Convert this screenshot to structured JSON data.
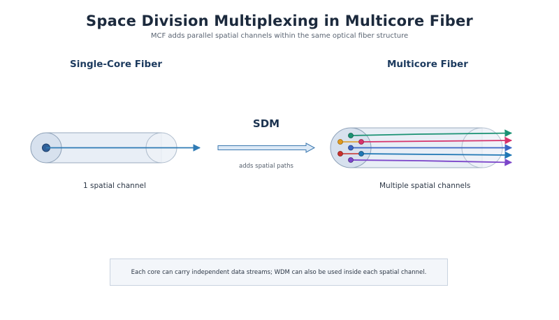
{
  "title": "Space Division Multiplexing in Multicore Fiber",
  "subtitle": "MCF adds parallel spatial channels within the same optical fiber structure",
  "single_core": {
    "heading": "Single-Core Fiber",
    "caption": "1 spatial channel"
  },
  "sdm": {
    "label": "SDM",
    "sublabel": "adds spatial paths"
  },
  "multicore": {
    "heading": "Multicore Fiber",
    "caption": "Multiple spatial channels",
    "core_colors": [
      "#1a9273",
      "#d6336c",
      "#e09a1f",
      "#3a66c4",
      "#c9302c",
      "#1f77b4",
      "#7b45c9"
    ]
  },
  "note": "Each core can carry independent data streams; WDM can also be used inside each spatial channel.",
  "colors": {
    "fiber_fill": "#e8eef6",
    "fiber_stroke": "#9aabbf",
    "core_blue": "#2f5f99",
    "signal_blue": "#2f7bb5"
  }
}
